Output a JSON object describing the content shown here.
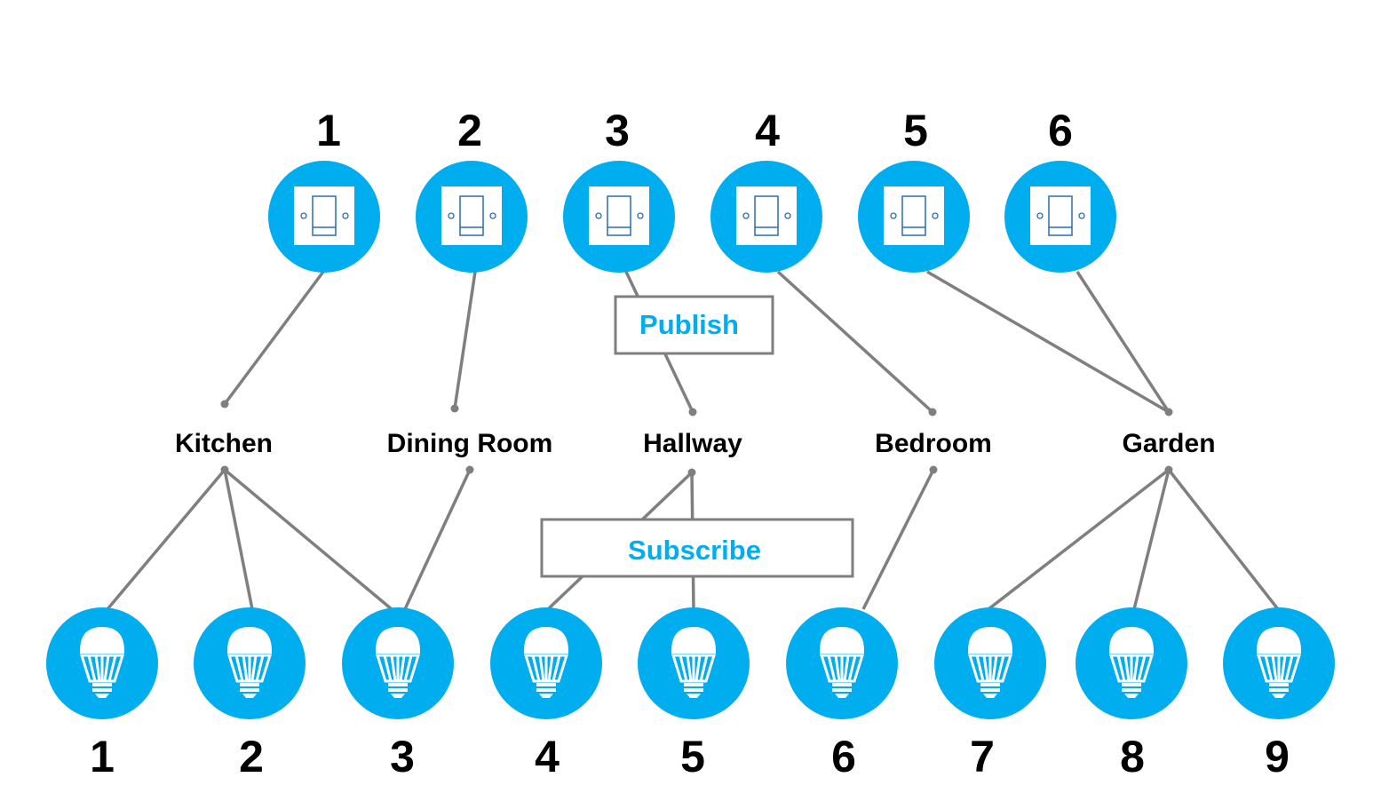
{
  "colors": {
    "accent": "#00adef",
    "connector": "#7f7f7f",
    "label": "#000000",
    "box_border": "#7f7f7f"
  },
  "switches": [
    {
      "number": "1",
      "icon": "light-switch-icon"
    },
    {
      "number": "2",
      "icon": "light-switch-icon"
    },
    {
      "number": "3",
      "icon": "light-switch-icon"
    },
    {
      "number": "4",
      "icon": "light-switch-icon"
    },
    {
      "number": "5",
      "icon": "light-switch-icon"
    },
    {
      "number": "6",
      "icon": "light-switch-icon"
    }
  ],
  "rooms": [
    {
      "label": "Kitchen"
    },
    {
      "label": "Dining Room"
    },
    {
      "label": "Hallway"
    },
    {
      "label": "Bedroom"
    },
    {
      "label": "Garden"
    }
  ],
  "bulbs": [
    {
      "number": "1",
      "icon": "light-bulb-icon"
    },
    {
      "number": "2",
      "icon": "light-bulb-icon"
    },
    {
      "number": "3",
      "icon": "light-bulb-icon"
    },
    {
      "number": "4",
      "icon": "light-bulb-icon"
    },
    {
      "number": "5",
      "icon": "light-bulb-icon"
    },
    {
      "number": "6",
      "icon": "light-bulb-icon"
    },
    {
      "number": "7",
      "icon": "light-bulb-icon"
    },
    {
      "number": "8",
      "icon": "light-bulb-icon"
    },
    {
      "number": "9",
      "icon": "light-bulb-icon"
    }
  ],
  "publish_label": "Publish",
  "subscribe_label": "Subscribe",
  "publish_links": [
    {
      "switch": "1",
      "room": "Kitchen"
    },
    {
      "switch": "2",
      "room": "Dining Room"
    },
    {
      "switch": "3",
      "room": "Hallway"
    },
    {
      "switch": "4",
      "room": "Bedroom"
    },
    {
      "switch": "5",
      "room": "Garden"
    },
    {
      "switch": "6",
      "room": "Garden"
    }
  ],
  "subscribe_links": [
    {
      "room": "Kitchen",
      "bulb": "1"
    },
    {
      "room": "Kitchen",
      "bulb": "2"
    },
    {
      "room": "Kitchen",
      "bulb": "3"
    },
    {
      "room": "Dining Room",
      "bulb": "3"
    },
    {
      "room": "Hallway",
      "bulb": "4"
    },
    {
      "room": "Hallway",
      "bulb": "5"
    },
    {
      "room": "Bedroom",
      "bulb": "6"
    },
    {
      "room": "Garden",
      "bulb": "7"
    },
    {
      "room": "Garden",
      "bulb": "8"
    },
    {
      "room": "Garden",
      "bulb": "9"
    }
  ]
}
